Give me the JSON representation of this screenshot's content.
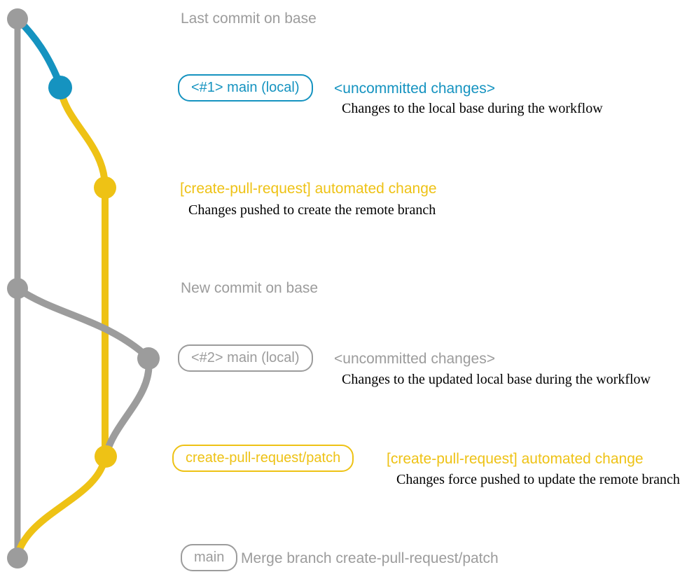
{
  "colors": {
    "gray": "#9c9c9c",
    "blue": "#1593c0",
    "yellow": "#eec215",
    "description_text": "#000000",
    "background": "#ffffff"
  },
  "annotations": {
    "last_commit": "Last commit on base",
    "new_commit": "New commit on base"
  },
  "rows": {
    "uncommitted1": {
      "badge": "<#1> main (local)",
      "title": "<uncommitted changes>",
      "description": "Changes to the local base during the workflow"
    },
    "automated1": {
      "title": "[create-pull-request] automated change",
      "description": "Changes pushed to create the remote branch"
    },
    "uncommitted2": {
      "badge": "<#2> main (local)",
      "title": "<uncommitted changes>",
      "description": "Changes to the updated local base during the workflow"
    },
    "automated2": {
      "badge": "create-pull-request/patch",
      "title": "[create-pull-request] automated change",
      "description": "Changes force pushed to update the remote branch"
    },
    "merge": {
      "badge": "main",
      "title": "Merge branch create-pull-request/patch"
    }
  }
}
